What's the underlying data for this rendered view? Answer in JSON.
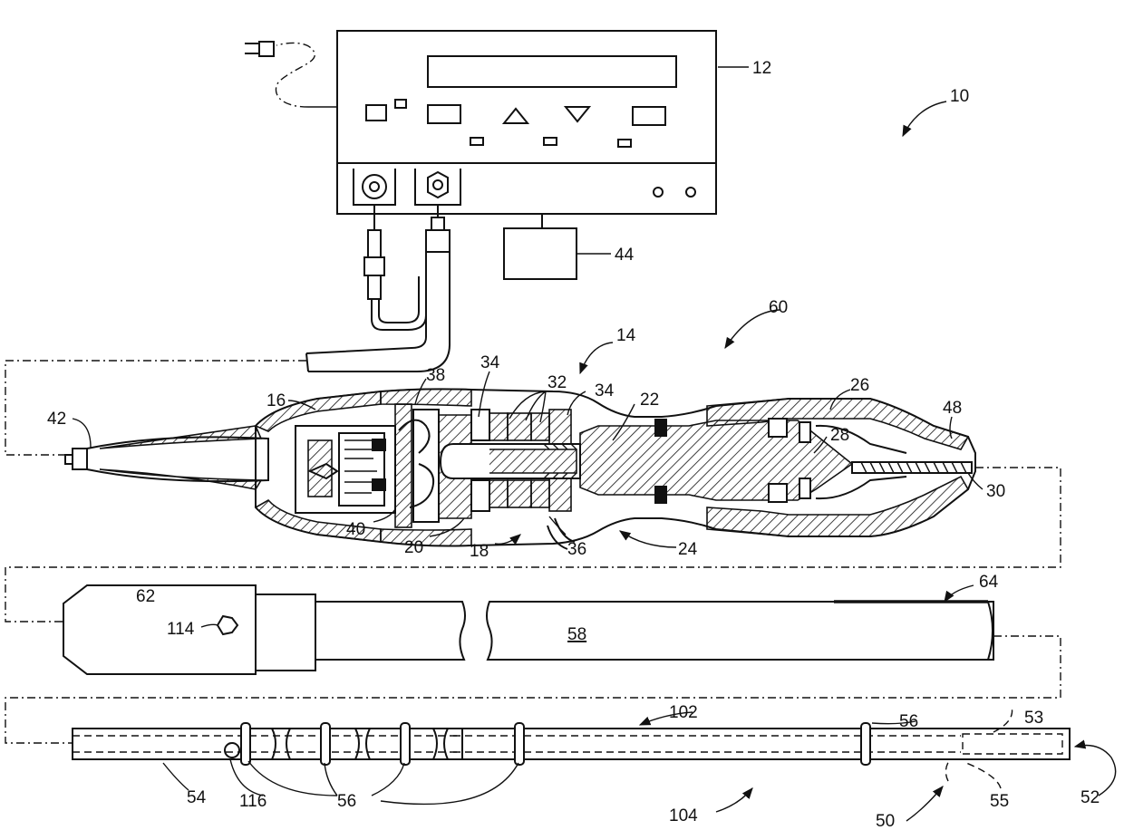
{
  "labels": {
    "l10": "10",
    "l12": "12",
    "l14": "14",
    "l16": "16",
    "l18": "18",
    "l20": "20",
    "l22": "22",
    "l24": "24",
    "l26": "26",
    "l28": "28",
    "l30": "30",
    "l32": "32",
    "l34a": "34",
    "l34b": "34",
    "l36": "36",
    "l38": "38",
    "l40": "40",
    "l42": "42",
    "l44": "44",
    "l48": "48",
    "l50": "50",
    "l52": "52",
    "l53": "53",
    "l54": "54",
    "l55": "55",
    "l56a": "56",
    "l56b": "56",
    "l58": "58",
    "l60": "60",
    "l62": "62",
    "l64": "64",
    "l102": "102",
    "l104": "104",
    "l114": "114",
    "l116": "116"
  }
}
